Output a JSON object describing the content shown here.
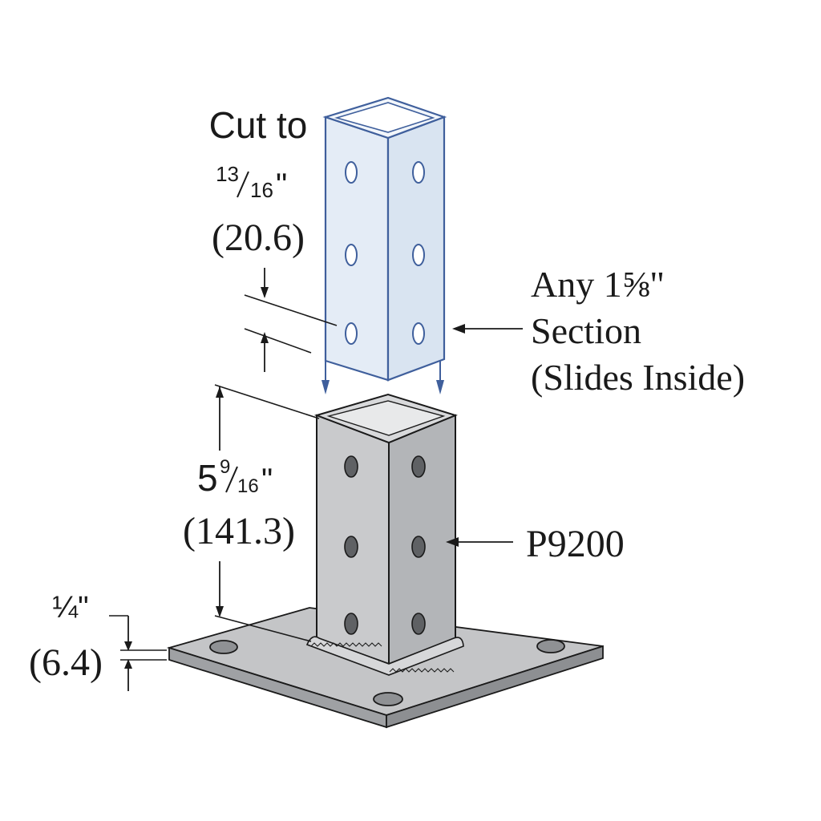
{
  "labels": {
    "cut_to": "Cut to",
    "cut_fraction_num": "13",
    "cut_fraction_den": "16",
    "cut_inch": "\"",
    "cut_mm": "(20.6)",
    "section_line1": "Any 1⅝\"",
    "section_line2": "Section",
    "section_line3": "(Slides Inside)",
    "height_whole": "5",
    "height_num": "9",
    "height_den": "16",
    "height_inch": "\"",
    "height_mm": "(141.3)",
    "part_number": "P9200",
    "plate_fraction": "¼\"",
    "plate_mm": "(6.4)"
  },
  "colors": {
    "channel_outline": "#3f5f9c",
    "channel_fill": "#e4ecf6",
    "post_fill": "#c9cacc",
    "post_dark": "#a7a9ac",
    "plate_fill": "#c4c5c7",
    "ink": "#1a1a1a"
  }
}
